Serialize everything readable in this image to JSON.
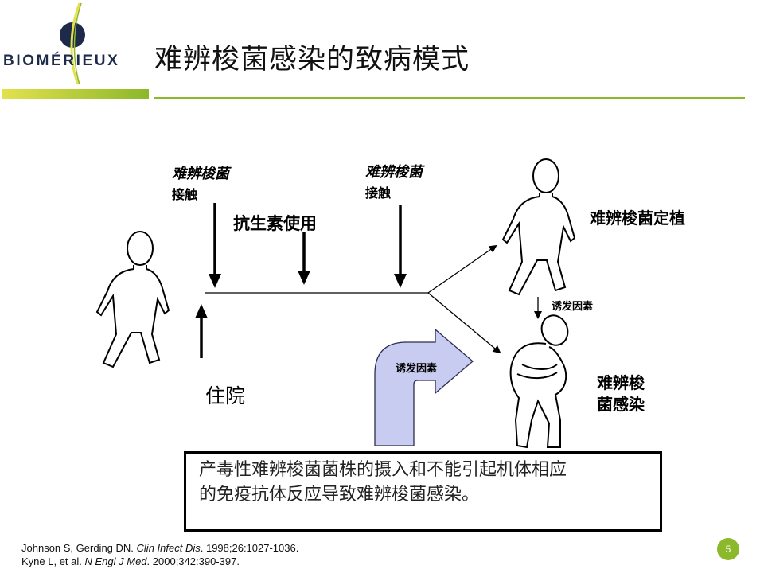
{
  "header": {
    "logo_text": "BIOMÉRIEUX",
    "title": "难辨梭菌感染的致病模式",
    "colors": {
      "green": "#8cb82b",
      "yellow": "#e3e14d",
      "navy": "#1e2a4a"
    }
  },
  "diagram": {
    "exposure_1": {
      "italic": "难辨梭菌",
      "label": "接触"
    },
    "exposure_2": {
      "italic": "难辨梭菌",
      "label": "接触"
    },
    "antibiotics": "抗生素使用",
    "hospitalization": "住院",
    "colonization": "难辨梭菌定植",
    "trigger_small": "诱发因素",
    "trigger_arrow": "诱发因素",
    "infection_line1": "难辨梭",
    "infection_line2": "菌感染",
    "arrow_color": "#c8ccf0"
  },
  "note": {
    "line1": "产毒性难辨梭菌菌株的摄入和不能引起机体相应",
    "line2": "的免疫抗体反应导致难辨梭菌感染。"
  },
  "references": {
    "ref1_plain": "Johnson S, Gerding DN. ",
    "ref1_journal": "Clin Infect Dis",
    "ref1_rest": ". 1998;26:1027-1036.",
    "ref2_plain": "Kyne L, et al. ",
    "ref2_journal": "N Engl J Med",
    "ref2_rest": ". 2000;342:390-397."
  },
  "page_number": "5"
}
